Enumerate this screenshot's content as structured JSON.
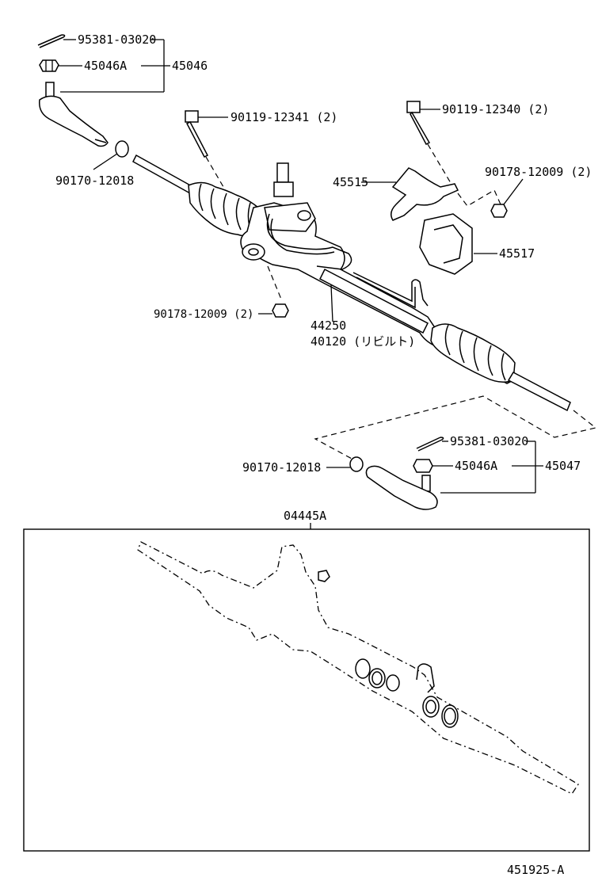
{
  "labels": {
    "cotter_pin_left": "95381-03020",
    "nut_left": "45046A",
    "tie_rod_end_left": "45046",
    "bolt_left": "90119-12341 (2)",
    "bolt_right": "90119-12340 (2)",
    "nut_bracket_right": "90178-12009 (2)",
    "clamp": "45515",
    "grommet": "45517",
    "clip_left": "90170-12018",
    "nut_bracket_left": "90178-12009 (2)",
    "gear_assy": "44250",
    "gear_rebuilt": "40120 (リビルト)",
    "cotter_pin_right": "95381-03020",
    "nut_right": "45046A",
    "tie_rod_end_right": "45047",
    "clip_right": "90170-12018",
    "kit": "04445A",
    "figure_number": "451925-A"
  }
}
